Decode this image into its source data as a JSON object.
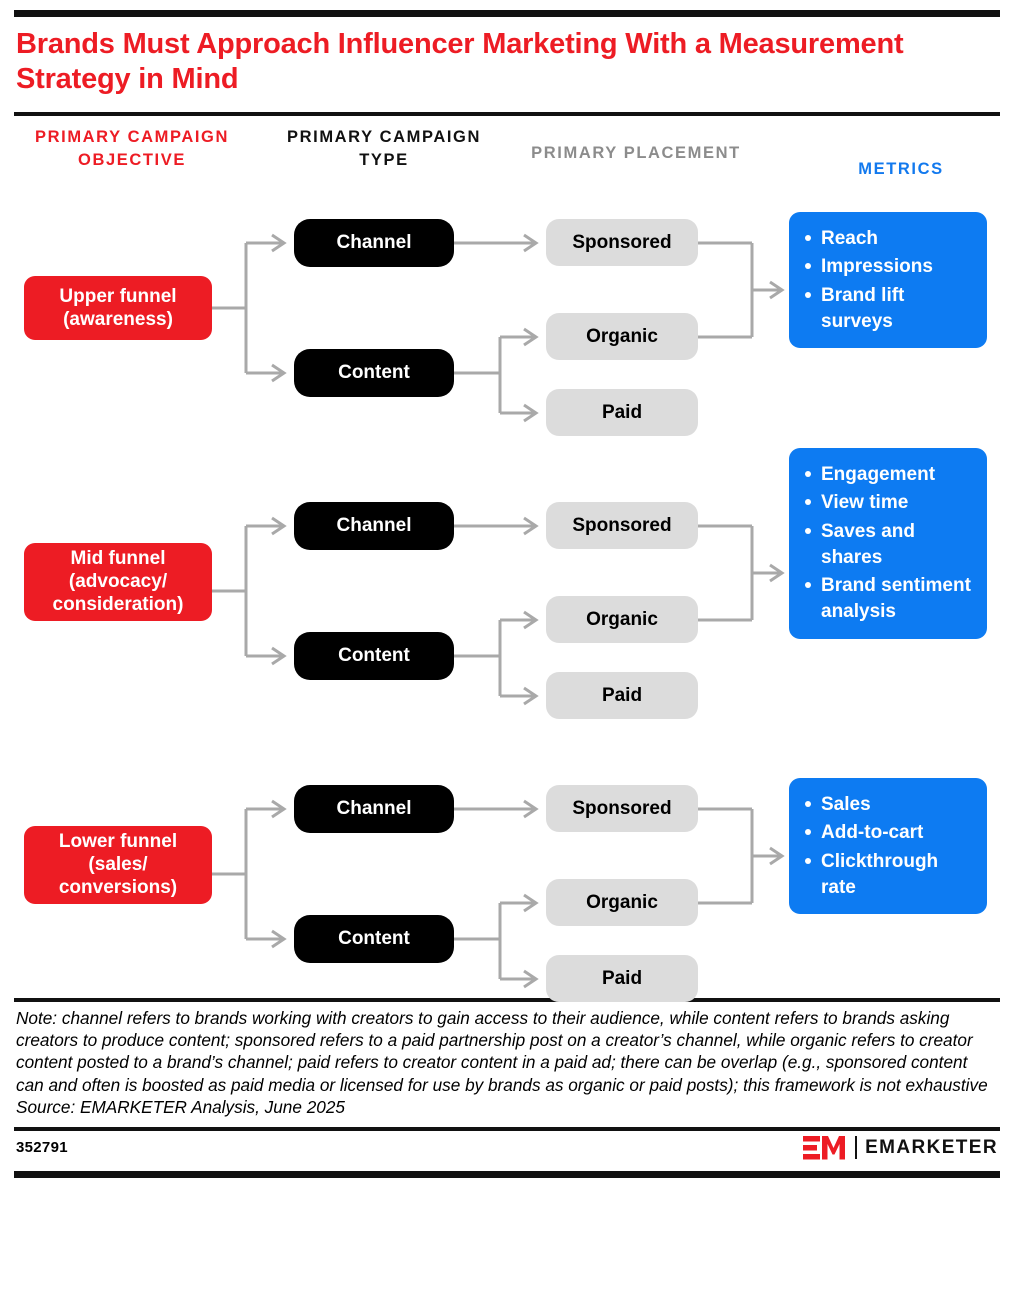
{
  "title": "Brands Must Approach Influencer Marketing With a Measurement Strategy in Mind",
  "colors": {
    "red": "#ED1C24",
    "black": "#000000",
    "gray": "#8C8C8C",
    "placement_gray": "#DCDCDC",
    "blue": "#0D7BF2",
    "connector": "#A9A9A9"
  },
  "headers": {
    "objective": "PRIMARY CAMPAIGN OBJECTIVE",
    "campaign_type": "PRIMARY CAMPAIGN TYPE",
    "placement": "PRIMARY PLACEMENT",
    "metrics": "METRICS"
  },
  "rows": [
    {
      "objective": "Upper funnel (awareness)",
      "campaign_types": [
        "Channel",
        "Content"
      ],
      "placements": [
        "Sponsored",
        "Organic",
        "Paid"
      ],
      "metrics": [
        "Reach",
        "Impressions",
        "Brand lift surveys"
      ]
    },
    {
      "objective": "Mid funnel (advocacy/ consideration)",
      "campaign_types": [
        "Channel",
        "Content"
      ],
      "placements": [
        "Sponsored",
        "Organic",
        "Paid"
      ],
      "metrics": [
        "Engagement",
        "View time",
        "Saves and shares",
        "Brand sentiment analysis"
      ]
    },
    {
      "objective": "Lower funnel (sales/ conversions)",
      "campaign_types": [
        "Channel",
        "Content"
      ],
      "placements": [
        "Sponsored",
        "Organic",
        "Paid"
      ],
      "metrics": [
        "Sales",
        "Add-to-cart",
        "Clickthrough rate"
      ]
    }
  ],
  "note": "Note: channel refers to brands working with creators to gain access to their audience, while content refers to brands asking creators to produce content; sponsored refers to a paid partnership post on a creator’s channel, while organic refers to creator content posted to a brand’s channel; paid refers to creator content in a paid ad; there can be overlap (e.g., sponsored content can and often is boosted as paid media or licensed for use by brands as organic or paid posts); this framework is not exhaustive",
  "source": "Source: EMARKETER Analysis, June 2025",
  "footer": {
    "doc_id": "352791",
    "wordmark": "EMARKETER"
  }
}
